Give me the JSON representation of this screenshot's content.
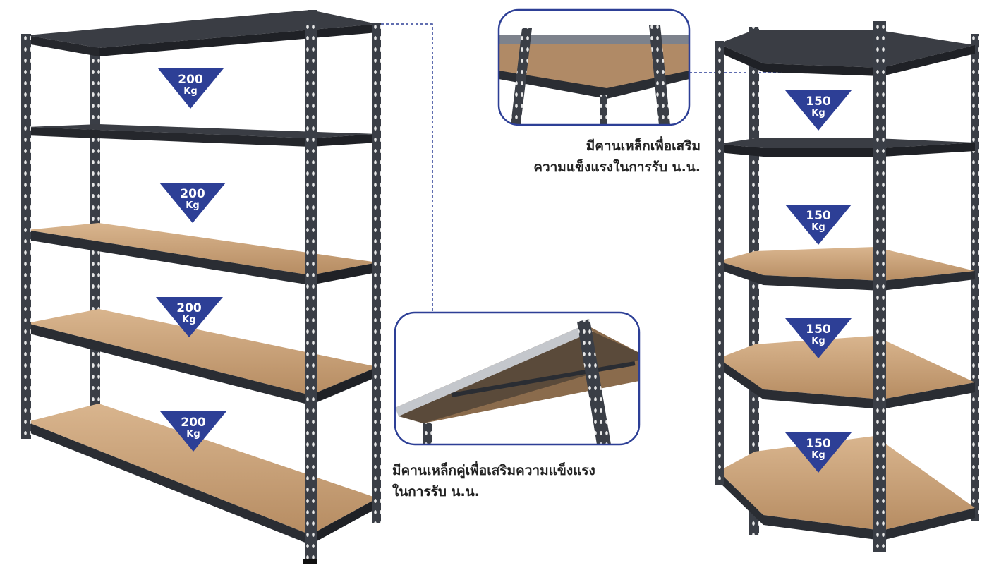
{
  "colors": {
    "badge_blue": "#2d3f96",
    "frame_dark": "#2c2f36",
    "frame_mid": "#5b606a",
    "board": "#c9a27b",
    "board_dark": "#9c7a57",
    "callout_border": "#2d3f96",
    "dashed_line": "#2d3f96"
  },
  "large_shelf": {
    "badges": [
      {
        "value": "200",
        "unit": "Kg"
      },
      {
        "value": "200",
        "unit": "Kg"
      },
      {
        "value": "200",
        "unit": "Kg"
      },
      {
        "value": "200",
        "unit": "Kg"
      }
    ]
  },
  "corner_shelf": {
    "badges": [
      {
        "value": "150",
        "unit": "Kg"
      },
      {
        "value": "150",
        "unit": "Kg"
      },
      {
        "value": "150",
        "unit": "Kg"
      },
      {
        "value": "150",
        "unit": "Kg"
      }
    ]
  },
  "callouts": {
    "top": {
      "line1": "มีคานเหล็กเพื่อเสริม",
      "line2": "ความแข็งแรงในการรับ น.น."
    },
    "bottom": {
      "line1": "มีคานเหล็กคู่เพื่อเสริมความแข็งแรง",
      "line2": "ในการรับ น.น."
    }
  }
}
